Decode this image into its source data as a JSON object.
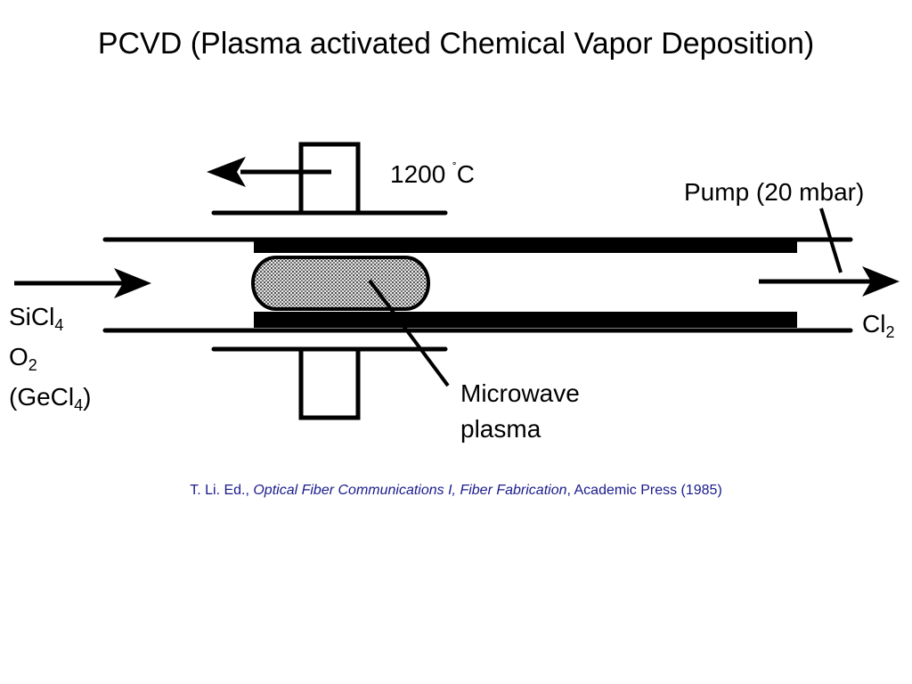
{
  "title": "PCVD (Plasma activated Chemical Vapor Deposition)",
  "labels": {
    "temperature_value": "1200",
    "temperature_degree": "˚",
    "temperature_unit": "C",
    "pump": "Pump (20 mbar)",
    "inlet_sicl4": "SiCl",
    "inlet_sicl4_sub": "4",
    "inlet_o2": "O",
    "inlet_o2_sub": "2",
    "inlet_gecl4_open": "(GeCl",
    "inlet_gecl4_sub": "4",
    "inlet_gecl4_close": ")",
    "outlet_cl2": "Cl",
    "outlet_cl2_sub": "2",
    "plasma_line1": "Microwave",
    "plasma_line2": "plasma"
  },
  "citation": {
    "author": "T. Li. Ed., ",
    "work": "Optical Fiber Communications I, Fiber Fabrication",
    "publisher": ", Academic Press (1985)"
  },
  "colors": {
    "citation": "#1a1a8c",
    "lines": "#000000"
  }
}
